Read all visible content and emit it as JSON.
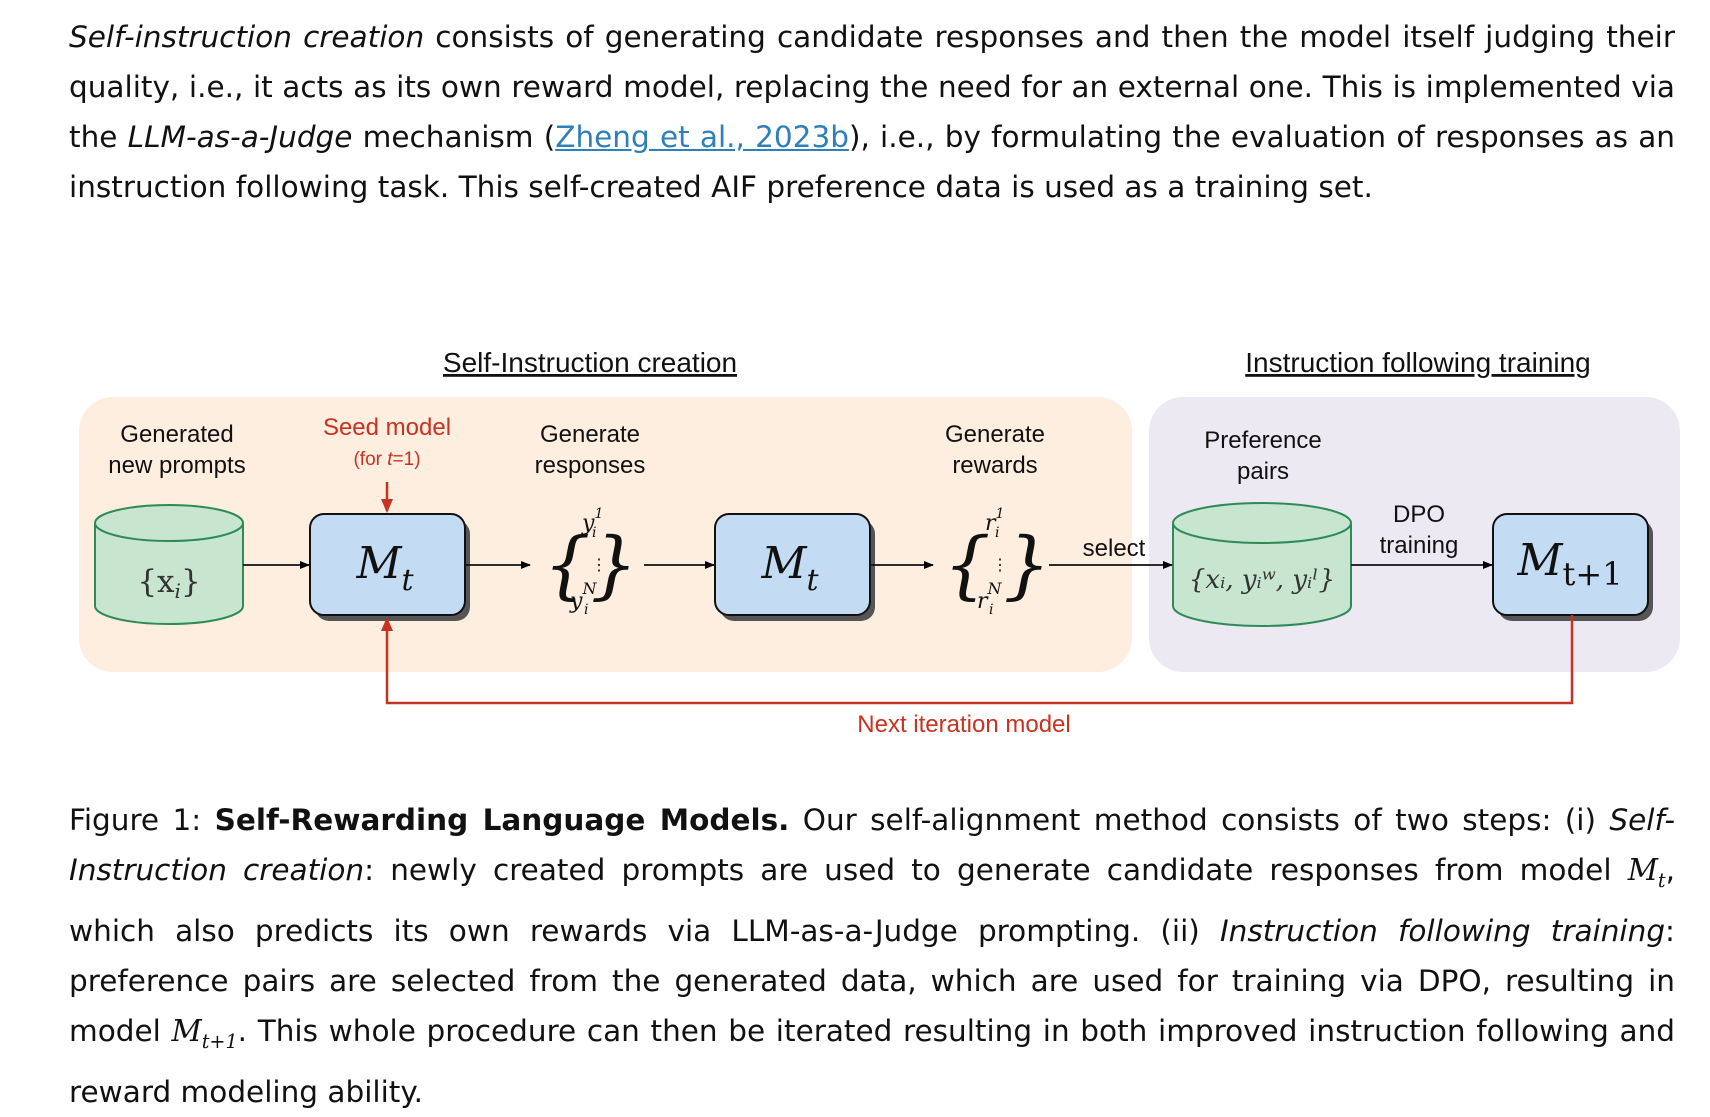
{
  "intro": {
    "term": "Self-instruction creation",
    "text1": " consists of generating candidate responses and then the model itself judging their quality, i.e., it acts as its own reward model, replacing the need for an external one. This is implemented via the ",
    "term2": "LLM-as-a-Judge",
    "text2": " mechanism (",
    "citation": "Zheng et al., 2023b",
    "text3": "), i.e., by formulating the evaluation of responses as an instruction following task. This self-created AIF preference data is used as a training set."
  },
  "diagram": {
    "section_left_title": "Self-Instruction creation",
    "section_right_title": "Instruction following training",
    "colors": {
      "left_panel": "#fdeee0",
      "right_panel": "#ede9f3",
      "model_fill": "#c3dcf3",
      "db_fill": "#c8e6cf",
      "db_stroke": "#2e8b57",
      "red": "#c83220"
    },
    "labels": {
      "generated_line1": "Generated",
      "generated_line2": "new prompts",
      "seed_line1": "Seed model",
      "seed_line2_pre": "(for ",
      "seed_line2_var": "t",
      "seed_line2_post": "=1)",
      "gen_resp_line1": "Generate",
      "gen_resp_line2": "responses",
      "gen_rew_line1": "Generate",
      "gen_rew_line2": "rewards",
      "select": "select",
      "pref_line1": "Preference",
      "pref_line2": "pairs",
      "dpo_line1": "DPO",
      "dpo_line2": "training",
      "next_iteration": "Next iteration model"
    },
    "math": {
      "prompts": "{x",
      "prompts_sub": "i",
      "prompts_close": "}",
      "model": "M",
      "model_sub": "t",
      "next_model_sub": "t+1",
      "resp_var": "y",
      "resp_sub": "i",
      "resp_sup_top": "1",
      "resp_sup_bottom": "N",
      "rew_var": "r",
      "rew_sub": "i",
      "rew_sup_top": "1",
      "rew_sup_bottom": "N",
      "dots": "⋮",
      "pairs": "{xᵢ, yᵢʷ, yᵢˡ}"
    }
  },
  "caption": {
    "label": "Figure 1:  ",
    "title": "Self-Rewarding Language Models.",
    "t1": " Our self-alignment method consists of two steps: (i) ",
    "i1": "Self-Instruction creation",
    "t2": ": newly created prompts are used to generate candidate responses from model ",
    "m1": "M",
    "m1sub": "t",
    "t3": ", which also predicts its own rewards via LLM-as-a-Judge prompting. (ii) ",
    "i2": "Instruction following training",
    "t4": ": preference pairs are selected from the generated data, which are used for training via DPO, resulting in model ",
    "m2": "M",
    "m2sub": "t+1",
    "t5": ". This whole procedure can then be iterated resulting in both improved instruction following and reward modeling ability."
  }
}
